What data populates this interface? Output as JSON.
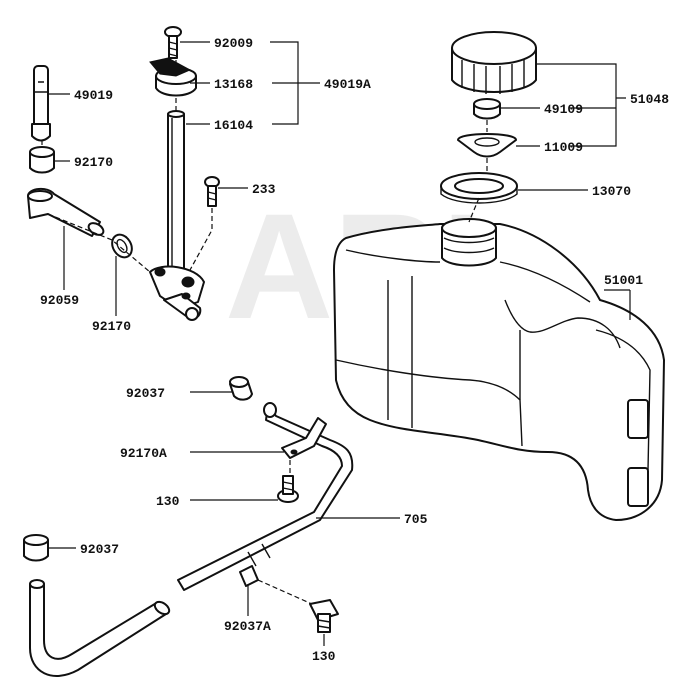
{
  "watermark": "ARI",
  "labels": {
    "p92009": "92009",
    "p13168": "13168",
    "p49019A": "49019A",
    "p49019": "49019",
    "p16104": "16104",
    "p92170_top": "92170",
    "p233": "233",
    "p92059": "92059",
    "p92170_mid": "92170",
    "p51048": "51048",
    "p49109": "49109",
    "p11009": "11009",
    "p13070": "13070",
    "p51001": "51001",
    "p92037_a": "92037",
    "p92170A": "92170A",
    "p130_a": "130",
    "p705": "705",
    "p92037_b": "92037",
    "p92037A": "92037A",
    "p130_b": "130"
  }
}
